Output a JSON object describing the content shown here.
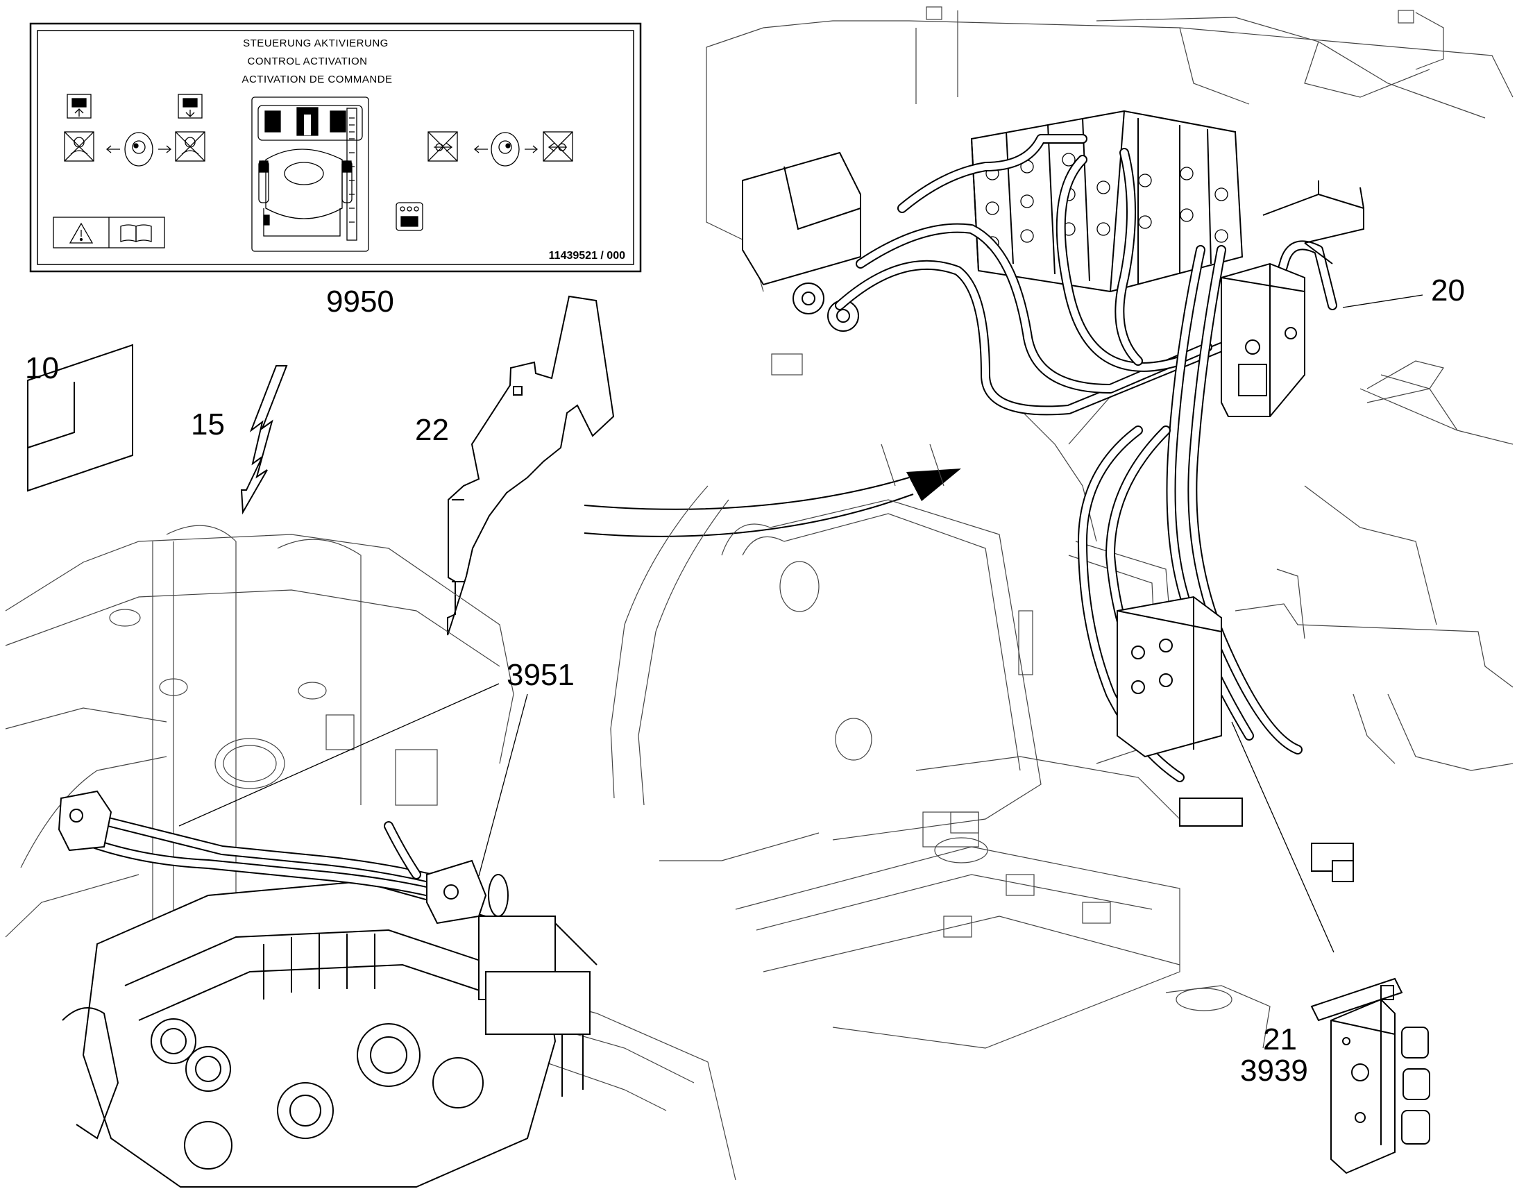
{
  "decal": {
    "title_de": "STEUERUNG AKTIVIERUNG",
    "title_en": "CONTROL ACTIVATION",
    "title_fr": "ACTIVATION DE COMMANDE",
    "part_number": "11439521 / 000",
    "icons": [
      "warning-triangle-icon",
      "operator-manual-icon",
      "joystick-icon",
      "control-panel-icon"
    ]
  },
  "callouts": {
    "c9950": "9950",
    "c10": "10",
    "c15": "15",
    "c22": "22",
    "c20": "20",
    "c3951": "3951",
    "c21": "21",
    "c3939": "3939"
  }
}
